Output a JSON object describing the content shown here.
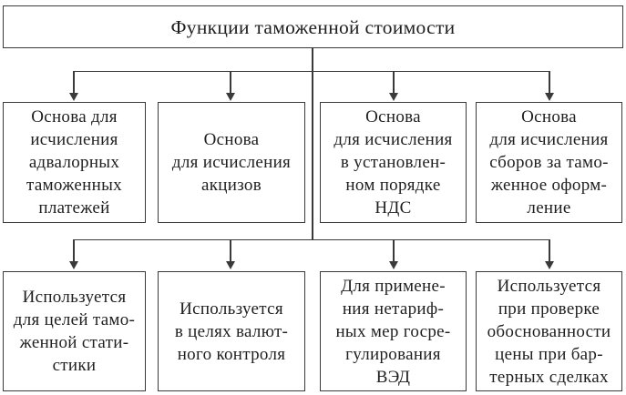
{
  "diagram": {
    "title": "Функции таможенной стоимости",
    "level1": [
      {
        "lines": [
          "Основа для",
          "исчисления",
          "адвалорных",
          "таможенных",
          "платежей"
        ]
      },
      {
        "lines": [
          "Основа",
          "для исчисления",
          "акцизов"
        ]
      },
      {
        "lines": [
          "Основа",
          "для исчисления",
          "в установлен-",
          "ном порядке",
          "НДС"
        ]
      },
      {
        "lines": [
          "Основа",
          "для исчисления",
          "сборов за тамо-",
          "женное оформ-",
          "ление"
        ]
      }
    ],
    "level2": [
      {
        "lines": [
          "Используется",
          "для целей тамо-",
          "женной стати-",
          "стики"
        ]
      },
      {
        "lines": [
          "Используется",
          "в целях валют-",
          "ного контроля"
        ]
      },
      {
        "lines": [
          "Для примене-",
          "ния нетариф-",
          "ных мер госре-",
          "гулирования",
          "ВЭД"
        ]
      },
      {
        "lines": [
          "Используется",
          "при проверке",
          "обоснованности",
          "цены при бар-",
          "терных сделках"
        ]
      }
    ],
    "colors": {
      "background": "#ffffff",
      "border": "#3a3a3a",
      "line": "#3a3a3a",
      "text": "#1f1f1f"
    }
  }
}
